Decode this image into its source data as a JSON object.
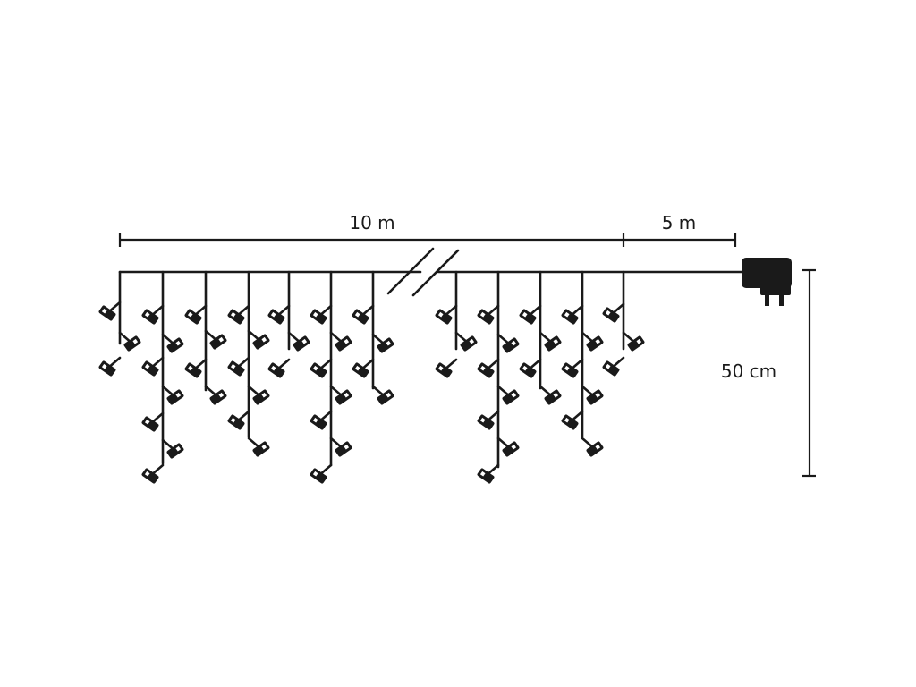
{
  "dimensions": {
    "main_length": "10 m",
    "lead_length": "5 m",
    "drop_height": "50 cm"
  },
  "colors": {
    "ink": "#1a1a1a",
    "background": "#ffffff"
  },
  "icons": {
    "adapter": "power-adapter-icon",
    "break": "cable-break-icon",
    "bulb": "led-bulb-icon"
  }
}
